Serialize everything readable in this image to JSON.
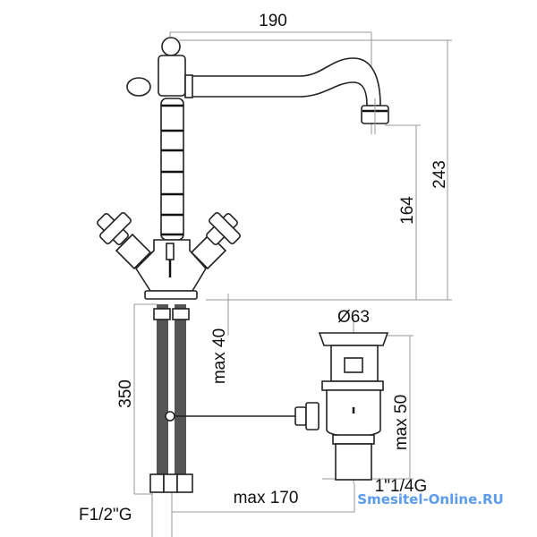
{
  "dimensions": {
    "spout_reach": "190",
    "total_height": "243",
    "spout_height": "164",
    "drain_diameter": "Ø63",
    "max_thickness": "max 40",
    "hose_length": "350",
    "drain_max_depth": "max 50",
    "rod_max_length": "max 170",
    "drain_thread": "1\"1/4G",
    "hose_thread": "F1/2\"G"
  },
  "watermark": "Smesitel-Online.RU"
}
